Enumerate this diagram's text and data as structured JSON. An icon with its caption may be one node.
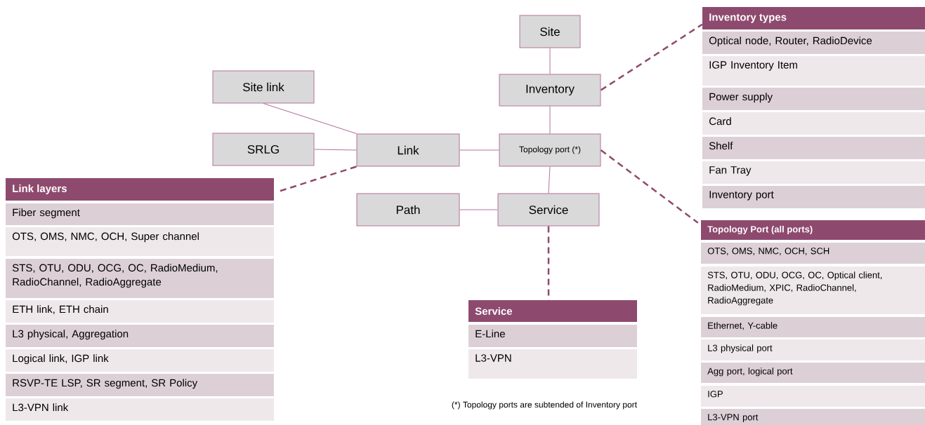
{
  "diagram": {
    "nodes": [
      {
        "text": [
          "Site"
        ]
      },
      {
        "text": [
          "Inventory types",
          "Optical node, Router, RadioDevice",
          "IGP Inventory Item",
          "Power supply",
          "Card",
          "Shelf",
          "Fan Tray",
          "Inventory port"
        ]
      },
      {
        "text": [
          "Site link"
        ]
      },
      {
        "text": [
          "Inventory"
        ]
      },
      {
        "text": [
          "SRLG"
        ]
      },
      {
        "text": [
          "Link"
        ]
      },
      {
        "text": [
          "Topology port (*)"
        ]
      },
      {
        "text": [
          "Link layers",
          "Fiber segment",
          "OTS, OMS, NMC, OCH, Super channel",
          "STS, OTU, ODU, OCG, OC, RadioMedium, RadioChannel, RadioAggregate",
          "ETH link, ETH chain",
          "L3 physical, Aggregation",
          "Logical link, IGP link",
          "RSVP-TE LSP, SR segment, SR Policy",
          "L3-VPN link"
        ]
      },
      {
        "text": [
          "Path"
        ]
      },
      {
        "text": [
          "Service"
        ]
      },
      {
        "text": [
          "Topology Port (all ports)",
          "OTS, OMS, NMC, OCH, SCH",
          "STS, OTU, ODU, OCG, OC, Optical client, RadioMedium, XPIC, RadioChannel, RadioAggregate",
          "Ethernet, Y-cable",
          "L3 physical port",
          "Agg port, logical port",
          "IGP",
          "L3-VPN port"
        ]
      },
      {
        "text": [
          "Service",
          "E-Line",
          "L3-VPN"
        ]
      }
    ],
    "edges": [
      {
        "from": 0,
        "to": 3,
        "arrow": "none"
      },
      {
        "from": 3,
        "to": 6,
        "arrow": "none"
      },
      {
        "from": 2,
        "to": 5,
        "arrow": "none"
      },
      {
        "from": 4,
        "to": 5,
        "arrow": "none"
      },
      {
        "from": 5,
        "to": 6,
        "arrow": "none"
      },
      {
        "from": 6,
        "to": 9,
        "arrow": "none"
      },
      {
        "from": 8,
        "to": 9,
        "arrow": "none"
      },
      {
        "from": 3,
        "to": 1,
        "arrow": "none",
        "style": "dashed",
        "color": "#8e4a6e"
      },
      {
        "from": 5,
        "to": 7,
        "arrow": "none",
        "style": "dashed",
        "color": "#8e4a6e"
      },
      {
        "from": 6,
        "to": 10,
        "arrow": "none",
        "style": "dashed",
        "color": "#8e4a6e"
      },
      {
        "from": 9,
        "to": 11,
        "arrow": "none",
        "style": "dashed",
        "color": "#8e4a6e"
      }
    ],
    "labels": [
      "(*) Topology ports are subtended of Inventory port"
    ]
  }
}
